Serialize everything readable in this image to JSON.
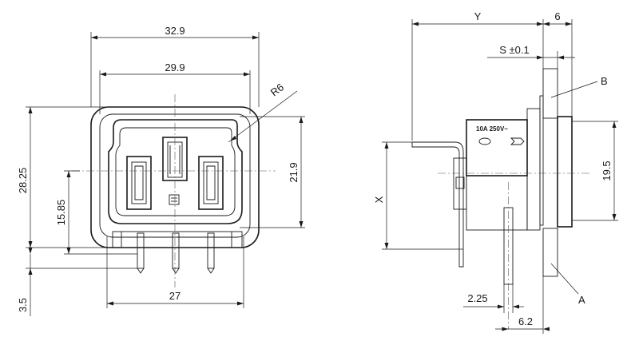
{
  "front_view": {
    "dims": {
      "outer_width": "32.9",
      "inner_width": "29.9",
      "radius": "R6",
      "total_height": "28.25",
      "center_height": "15.85",
      "opening_height": "21.9",
      "pin_span": "27",
      "pin_length": "3.5"
    }
  },
  "side_view": {
    "dims": {
      "depth_y": "Y",
      "flange": "6",
      "panel_thickness": "S ±0.1",
      "height_x": "X",
      "body_height": "19.5",
      "pin_offset": "2.25",
      "flange_width": "6.2"
    },
    "labels": {
      "callout_a": "A",
      "callout_b": "B",
      "rating": "10A  250V~"
    }
  }
}
